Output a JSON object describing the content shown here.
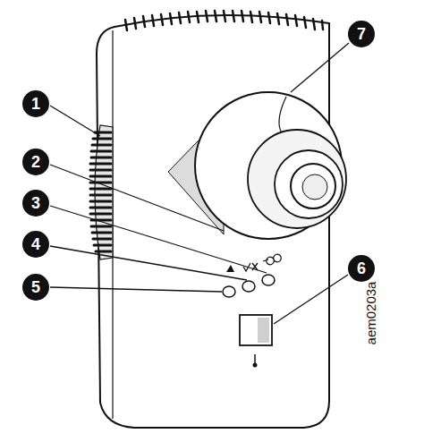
{
  "diagram": {
    "labels": [
      "1",
      "2",
      "3",
      "4",
      "5",
      "6",
      "7",
      "aem0203a"
    ]
  }
}
